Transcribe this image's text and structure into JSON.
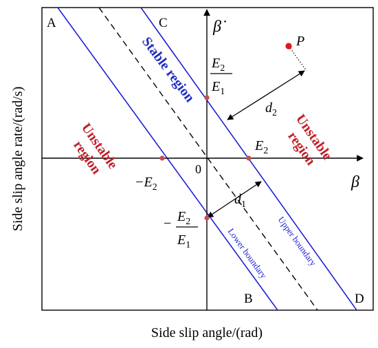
{
  "labels": {
    "xlabel": "Side slip angle/(rad)",
    "ylabel": "Side slip angle rate/(rad/s)",
    "axis_x": "β",
    "axis_y": "β̇",
    "origin": "0",
    "corner_a": "A",
    "corner_b": "B",
    "corner_c": "C",
    "corner_d": "D",
    "stable_region": "Stable region",
    "unstable_left_1": "Unstable",
    "unstable_left_2": "region",
    "unstable_right_1": "Unstable",
    "unstable_right_2": "region",
    "upper_boundary": "Upper boundary",
    "lower_boundary": "Lower boundary",
    "point_p": "P",
    "d1": "d",
    "d1_sub": "1",
    "d2": "d",
    "d2_sub": "2",
    "e2_pos": "E",
    "e2_pos_sub": "2",
    "e2_neg": "−E",
    "e2_neg_sub": "2",
    "frac_top_num": "E",
    "frac_top_num_sub": "2",
    "frac_top_den": "E",
    "frac_top_den_sub": "1",
    "frac_bot_minus": "−",
    "frac_bot_num": "E",
    "frac_bot_num_sub": "2",
    "frac_bot_den": "E",
    "frac_bot_den_sub": "1"
  },
  "colors": {
    "boundary_line": "#1f1fd6",
    "stable_text": "#1f2fbf",
    "unstable_text": "#c0202a",
    "point": "#c83a3a",
    "axis": "#000000"
  }
}
